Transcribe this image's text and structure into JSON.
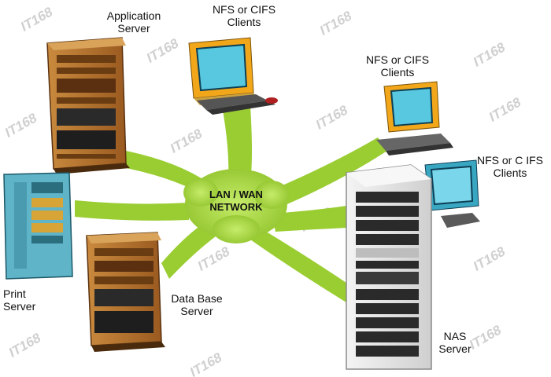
{
  "hub": {
    "line1": "LAN / WAN",
    "line2": "NETWORK"
  },
  "nodes": {
    "application_server": {
      "line1": "Application",
      "line2": "Server"
    },
    "client_top": {
      "line1": "NFS or CIFS",
      "line2": "Clients"
    },
    "client_right_1": {
      "line1": "NFS or CIFS",
      "line2": "Clients"
    },
    "client_right_2": {
      "line1": "NFS or C IFS",
      "line2": "Clients"
    },
    "print_server": {
      "line1": "Print",
      "line2": "Server"
    },
    "database_server": {
      "line1": "Data Base",
      "line2": "Server"
    },
    "nas_server": {
      "line1": "NAS",
      "line2": "Server"
    }
  },
  "watermark": "IT168",
  "colors": {
    "network_green": "#9acd32",
    "network_dark": "#6b8e23",
    "wood": "#b8742e",
    "wood_dark": "#7a4716",
    "print_teal": "#5fb4c8",
    "monitor_gold": "#f2a71b",
    "screen_blue": "#58c8e0",
    "nas_silver": "#e6e6e6"
  }
}
